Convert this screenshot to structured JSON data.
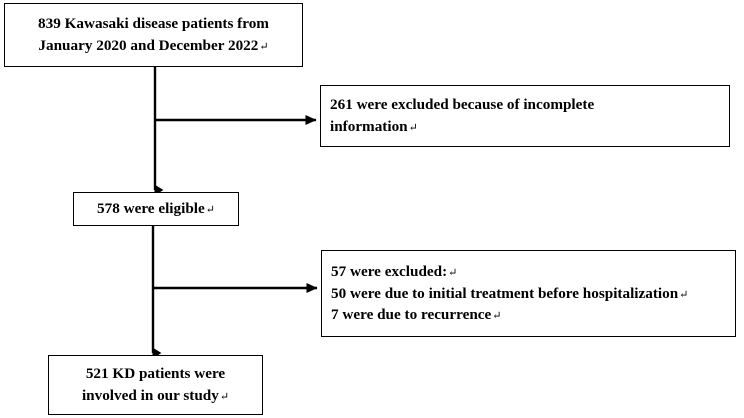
{
  "figure": {
    "type": "flowchart",
    "title": "Patient enrollment flow diagram",
    "orientation": "top-to-bottom with right-side exclusion branches",
    "stroke_color": "#000000",
    "fill_color": "#ffffff",
    "text_color": "#000000"
  },
  "nodes": {
    "enrolled": {
      "id": "box-enrolled",
      "align": "center",
      "lines": [
        "839 Kawasaki disease patients from",
        "January 2020 and December 2022"
      ],
      "carriage_return_marks": [
        false,
        true
      ]
    },
    "excluded_1": {
      "id": "box-excluded-1",
      "align": "left",
      "lines": [
        "261 were excluded because of incomplete",
        "information"
      ],
      "carriage_return_marks": [
        false,
        true
      ]
    },
    "eligible": {
      "id": "box-eligible",
      "align": "center",
      "lines": [
        "578 were eligible"
      ],
      "carriage_return_marks": [
        true
      ]
    },
    "excluded_2": {
      "id": "box-excluded-2",
      "align": "left",
      "lines": [
        "57 were excluded:",
        "50 were due to initial treatment before hospitalization",
        "7 were due to recurrence"
      ],
      "carriage_return_marks": [
        true,
        true,
        true
      ]
    },
    "final": {
      "id": "box-final",
      "align": "center",
      "lines": [
        "521 KD patients were",
        "involved in our study"
      ],
      "carriage_return_marks": [
        false,
        true
      ]
    }
  },
  "connectors": [
    {
      "name": "enrolled-to-eligible",
      "from": "enrolled",
      "to": "eligible",
      "direction": "down",
      "arrowhead": true
    },
    {
      "name": "enrolled-to-excluded-1",
      "from": "enrolled",
      "to": "excluded_1",
      "direction": "right",
      "arrowhead": true
    },
    {
      "name": "eligible-to-final",
      "from": "eligible",
      "to": "final",
      "direction": "down",
      "arrowhead": true
    },
    {
      "name": "eligible-to-excluded-2",
      "from": "eligible",
      "to": "excluded_2",
      "direction": "right",
      "arrowhead": true
    }
  ],
  "symbols": {
    "carriage_return": "↵"
  }
}
